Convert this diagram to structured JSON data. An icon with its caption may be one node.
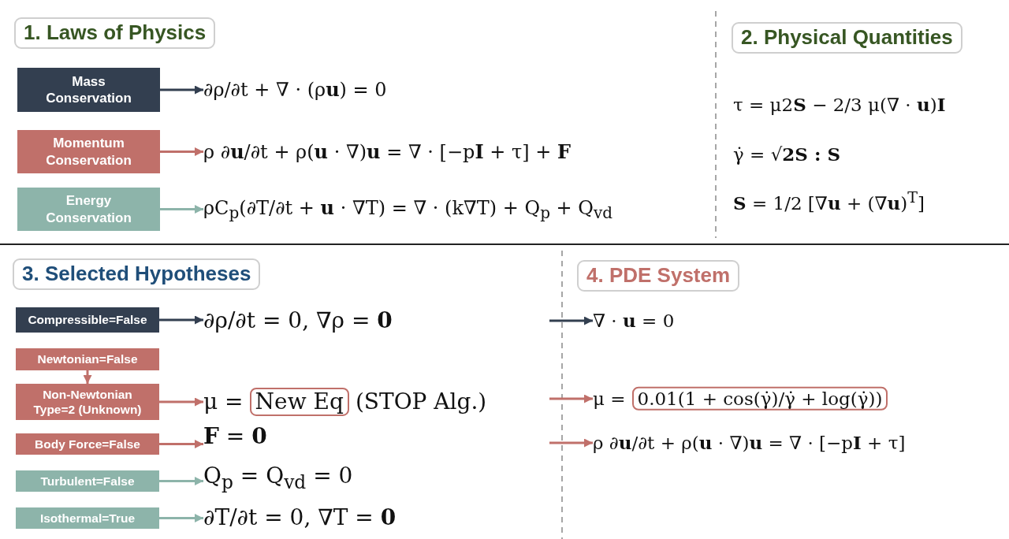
{
  "diagram": {
    "nodes": [
      {
        "text": [
          "1. Laws of Physics"
        ]
      },
      {
        "text": [
          "Mass Conservation"
        ]
      },
      {
        "text": [
          "∂ρ/∂t + ∇ · (ρ**u**) = 0"
        ]
      },
      {
        "text": [
          "Momentum Conservation"
        ]
      },
      {
        "text": [
          "ρ ∂**u**/∂t + ρ(**u** · ∇)**u** = ∇ · [−p**I** + τ] + **F**"
        ]
      },
      {
        "text": [
          "Energy Conservation"
        ]
      },
      {
        "text": [
          "ρC$_{p}$(∂T/∂t + **u** · ∇T) = ∇ · (k∇T) + Q$_{p}$ + Q$_{vd}$"
        ]
      },
      {
        "text": [
          "2. Physical Quantities"
        ]
      },
      {
        "text": [
          "3. Selected Hypotheses"
        ]
      },
      {
        "text": [
          "Compressible=False"
        ]
      },
      {
        "text": [
          "∂ρ/∂t = 0, ∇ρ = **0**"
        ]
      },
      {
        "text": [
          "Newtonian=False"
        ]
      },
      {
        "text": [
          "Non-Newtonian Type=2 (Unknown)"
        ]
      },
      {
        "text": [
          "μ =",
          "New Eq",
          "(STOP Alg.)"
        ]
      },
      {
        "text": [
          "Body Force=False"
        ]
      },
      {
        "text": [
          "**F** = **0**"
        ]
      },
      {
        "text": [
          "Turbulent=False"
        ]
      },
      {
        "text": [
          "Q$_{p}$ = Q$_{vd}$ = 0"
        ]
      },
      {
        "text": [
          "Isothermal=True"
        ]
      },
      {
        "text": [
          "∂T/∂t = 0, ∇T = **0**"
        ]
      },
      {
        "text": [
          "4. PDE System"
        ]
      },
      {
        "text": [
          "∇ · **u** = 0"
        ]
      },
      {
        "text": [
          "μ =",
          "0.01(1 + cos(γ̇)/γ̇ + log(γ̇))"
        ]
      },
      {
        "text": [
          "ρ ∂**u**/∂t + ρ(**u** · ∇)**u** = ∇ · [−p**I** + τ]"
        ]
      }
    ],
    "edges": [
      {
        "from": 1,
        "to": 2,
        "arrow": "to",
        "color": "#333f50"
      },
      {
        "from": 3,
        "to": 4,
        "arrow": "to"
      },
      {
        "from": 5,
        "to": 6,
        "arrow": "to",
        "color": "#8db4aa"
      },
      {
        "from": 9,
        "to": 10,
        "arrow": "to",
        "color": "#333f50"
      },
      {
        "from": 11,
        "to": 12,
        "arrow": "to"
      },
      {
        "from": 12,
        "to": 13,
        "arrow": "to"
      },
      {
        "from": 14,
        "to": 15,
        "arrow": "to"
      },
      {
        "from": 16,
        "to": 17,
        "arrow": "to",
        "color": "#8db4aa"
      },
      {
        "from": 18,
        "to": 19,
        "arrow": "to",
        "color": "#8db4aa"
      },
      {
        "from": null,
        "to": 21,
        "arrow": "to",
        "color": "#333f50"
      },
      {
        "from": null,
        "to": 22,
        "arrow": "to"
      },
      {
        "from": null,
        "to": 23,
        "arrow": "to"
      }
    ],
    "labels": [
      "τ = μ2**S** − 2/3 μ(∇ · **u**)**I**",
      "γ̇ = √**2S : S**",
      "**S** = 1/2 [∇**u** + (∇**u**)$^{T}$]"
    ]
  }
}
